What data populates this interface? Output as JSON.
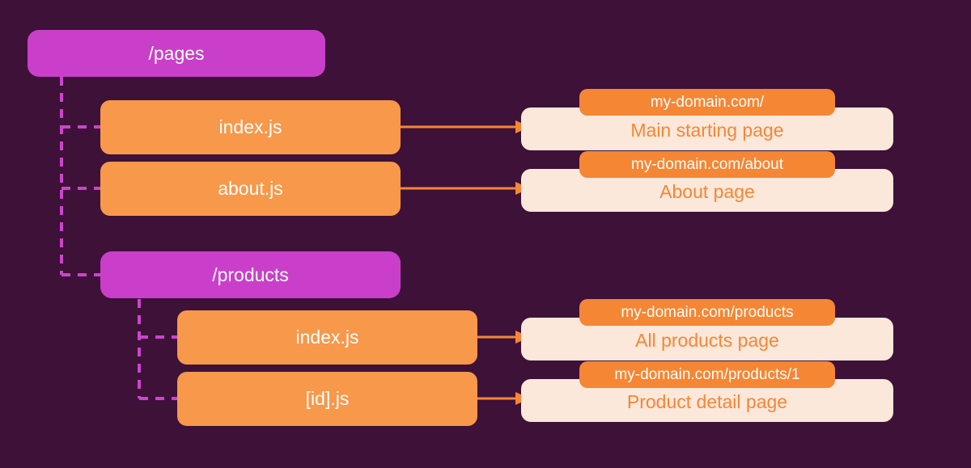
{
  "theme": {
    "background": "#3d1138",
    "directory_color": "#c93fc9",
    "file_color": "#f7984a",
    "url_tag_color": "#f58634",
    "card_color": "#fce8db",
    "description_text_color": "#f58634",
    "node_text_color": "#ffffff",
    "connector_dashed_color": "#cc44cc",
    "connector_arrow_color": "#f58634"
  },
  "tree": {
    "root": {
      "label": "/pages",
      "type": "directory"
    },
    "children": [
      {
        "label": "index.js",
        "type": "file",
        "level": 1,
        "url": "my-domain.com/",
        "description": "Main starting page"
      },
      {
        "label": "about.js",
        "type": "file",
        "level": 1,
        "url": "my-domain.com/about",
        "description": "About page"
      },
      {
        "label": "/products",
        "type": "directory",
        "level": 1
      },
      {
        "label": "index.js",
        "type": "file",
        "level": 2,
        "url": "my-domain.com/products",
        "description": "All products page"
      },
      {
        "label": "[id].js",
        "type": "file",
        "level": 2,
        "url": "my-domain.com/products/1",
        "description": "Product detail page"
      }
    ]
  },
  "nodes": {
    "pages_dir": "/pages",
    "index_root": "index.js",
    "about_root": "about.js",
    "products_dir": "/products",
    "index_products": "index.js",
    "id_products": "[id].js"
  },
  "pages": [
    {
      "url": "my-domain.com/",
      "description": "Main starting page"
    },
    {
      "url": "my-domain.com/about",
      "description": "About page"
    },
    {
      "url": "my-domain.com/products",
      "description": "All products page"
    },
    {
      "url": "my-domain.com/products/1",
      "description": "Product detail page"
    }
  ]
}
